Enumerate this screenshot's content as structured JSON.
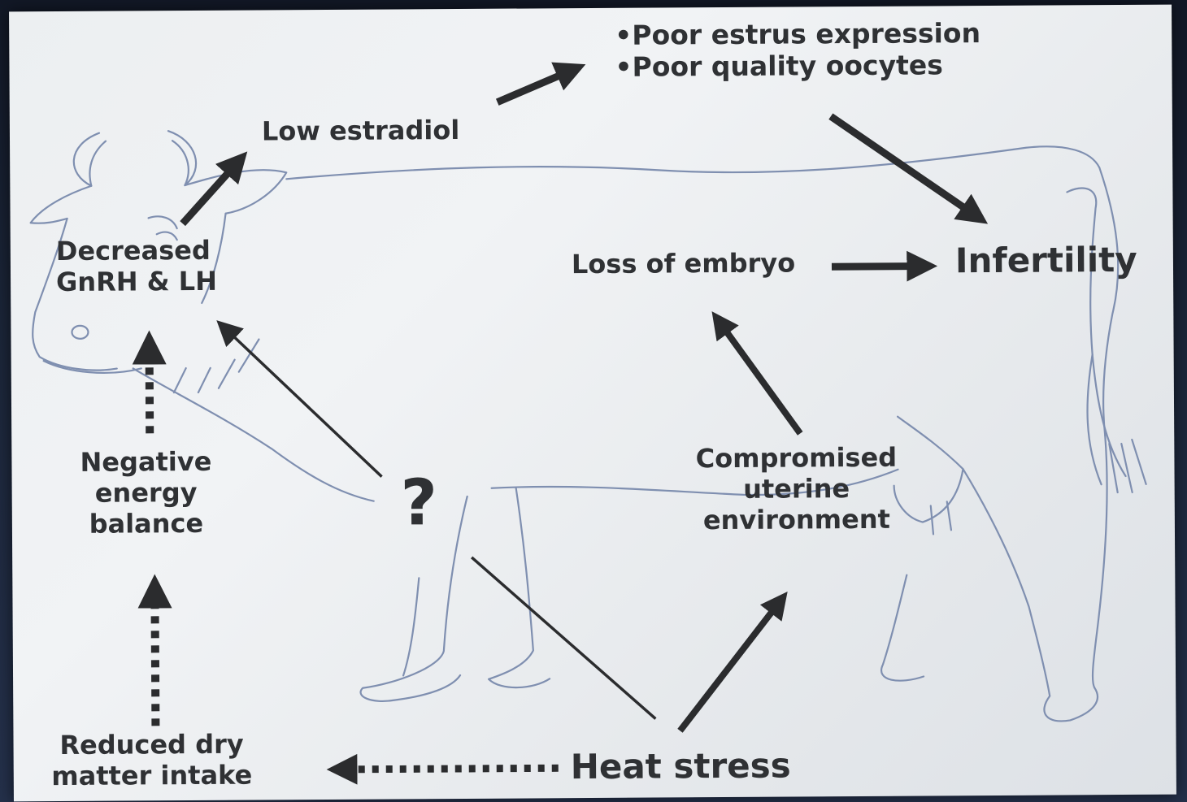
{
  "labels": {
    "poor_estrus": "•Poor estrus expression",
    "poor_oocytes": "•Poor quality oocytes",
    "low_estradiol": "Low estradiol",
    "decreased_1": "Decreased",
    "decreased_2": "GnRH & LH",
    "loss_of_embryo": "Loss of embryo",
    "infertility": "Infertility",
    "neg_energy_1": "Negative",
    "neg_energy_2": "energy",
    "neg_energy_3": "balance",
    "question": "?",
    "uterine_1": "Compromised",
    "uterine_2": "uterine",
    "uterine_3": "environment",
    "reduced_1": "Reduced dry",
    "reduced_2": "matter intake",
    "heat_stress": "Heat stress"
  },
  "colors": {
    "text": "#2f3134",
    "arrow": "#2b2c2e",
    "cow_outline": "#7f8fb0",
    "slide_bg": "#eceff1",
    "screen_bg": "#1b2538"
  },
  "icons": {
    "illustration": "cow-outline-drawing"
  }
}
